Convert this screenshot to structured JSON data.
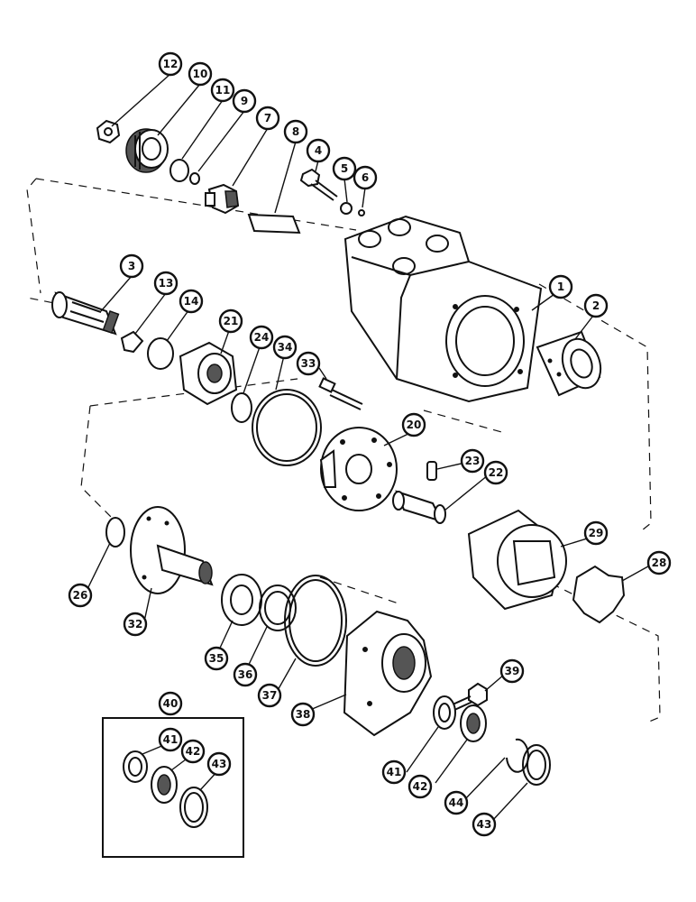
{
  "diagram": {
    "callouts": [
      {
        "label": "1"
      },
      {
        "label": "2"
      },
      {
        "label": "3"
      },
      {
        "label": "4"
      },
      {
        "label": "5"
      },
      {
        "label": "6"
      },
      {
        "label": "7"
      },
      {
        "label": "8"
      },
      {
        "label": "9"
      },
      {
        "label": "10"
      },
      {
        "label": "11"
      },
      {
        "label": "12"
      },
      {
        "label": "13"
      },
      {
        "label": "14"
      },
      {
        "label": "20"
      },
      {
        "label": "21"
      },
      {
        "label": "22"
      },
      {
        "label": "23"
      },
      {
        "label": "24"
      },
      {
        "label": "26"
      },
      {
        "label": "28"
      },
      {
        "label": "29"
      },
      {
        "label": "32"
      },
      {
        "label": "33"
      },
      {
        "label": "34"
      },
      {
        "label": "35"
      },
      {
        "label": "36"
      },
      {
        "label": "37"
      },
      {
        "label": "38"
      },
      {
        "label": "39"
      },
      {
        "label": "40"
      },
      {
        "label": "41"
      },
      {
        "label": "42"
      },
      {
        "label": "43"
      },
      {
        "label": "41"
      },
      {
        "label": "42"
      },
      {
        "label": "43"
      },
      {
        "label": "44"
      }
    ]
  }
}
